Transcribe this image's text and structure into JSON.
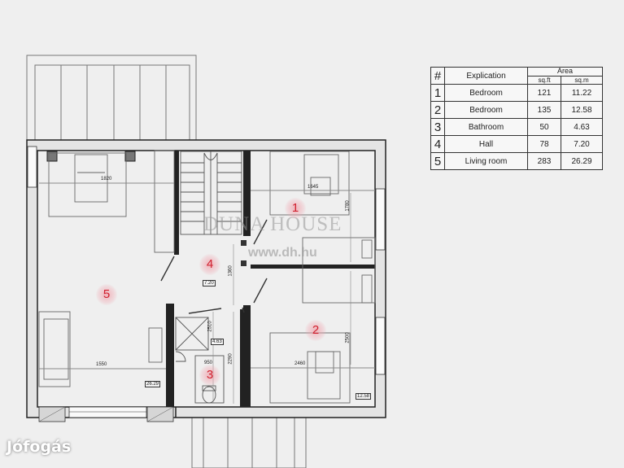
{
  "legend": {
    "headers": {
      "num": "#",
      "explication": "Explication",
      "area": "Area",
      "sqft": "sq.ft",
      "sqm": "sq.m"
    },
    "rows": [
      {
        "num": "1",
        "name": "Bedroom",
        "sqft": "121",
        "sqm": "11.22"
      },
      {
        "num": "2",
        "name": "Bedroom",
        "sqft": "135",
        "sqm": "12.58"
      },
      {
        "num": "3",
        "name": "Bathroom",
        "sqft": "50",
        "sqm": "4.63"
      },
      {
        "num": "4",
        "name": "Hall",
        "sqft": "78",
        "sqm": "7.20"
      },
      {
        "num": "5",
        "name": "Living room",
        "sqft": "283",
        "sqm": "26.29"
      }
    ]
  },
  "room_labels": {
    "r1": "1",
    "r2": "2",
    "r3": "3",
    "r4": "4",
    "r5": "5"
  },
  "area_tags": {
    "hall": "7.20",
    "bath": "4.63",
    "living": "26.29",
    "bed2": "12.58"
  },
  "dims": {
    "d1": "1820",
    "d2": "1645",
    "d3": "1550",
    "d4": "2460",
    "d5": "950",
    "d6": "1780",
    "d7": "2500",
    "d8": "1360",
    "d9": "2290",
    "d10": "2510"
  },
  "watermark": {
    "brand": "DUNA HOUSE",
    "url": "www.dh.hu"
  },
  "site_brand": "Jófogás",
  "colors": {
    "background": "#efefef",
    "walls": "#222222",
    "room_marker": "#d0212f"
  }
}
